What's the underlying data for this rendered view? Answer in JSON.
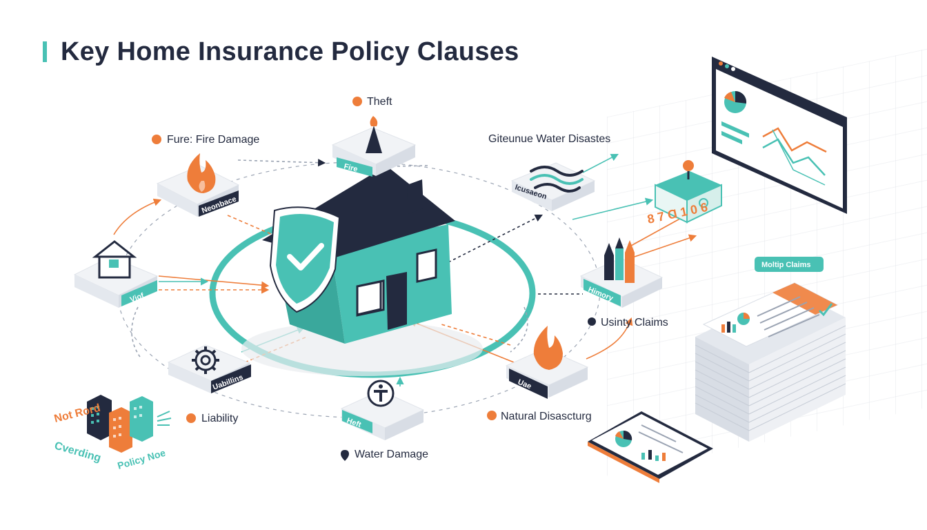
{
  "title": "Key Home Insurance Policy Clauses",
  "colors": {
    "teal": "#49c1b4",
    "navy": "#232a3f",
    "orange": "#ee7d3a",
    "light": "#f1f3f6"
  },
  "labels": {
    "theft": "Theft",
    "fire_damage": "Fure: Fire Damage",
    "water_disasters": "Giteunue Water Disastes",
    "liability": "Liability",
    "water_damage": "Water Damage",
    "natural_disaster": "Natural Disascturg",
    "usinty_claims": "Usinty Claims"
  },
  "tags": {
    "fire": "Fire",
    "neonbace": "Neonbace",
    "viof": "Viof",
    "icusaeon": "Icusaeon",
    "himory": "Himory",
    "uabilling": "Uabillins",
    "heft": "Heft",
    "uae": "Uae",
    "multip_claims": "Moltip Claims"
  },
  "scatter_text": {
    "numbers": "8 7 Ɑ 1 0 6",
    "not_rord": "Not Rord",
    "cverding": "Cverding",
    "policy_noe": "Policy Noe"
  },
  "icons": [
    "shield-check-icon",
    "house-icon",
    "flame-icon",
    "wave-icon",
    "gear-icon",
    "person-icon",
    "building-icon",
    "chart-icon",
    "document-stack-icon",
    "tablet-icon",
    "lamp-icon"
  ]
}
